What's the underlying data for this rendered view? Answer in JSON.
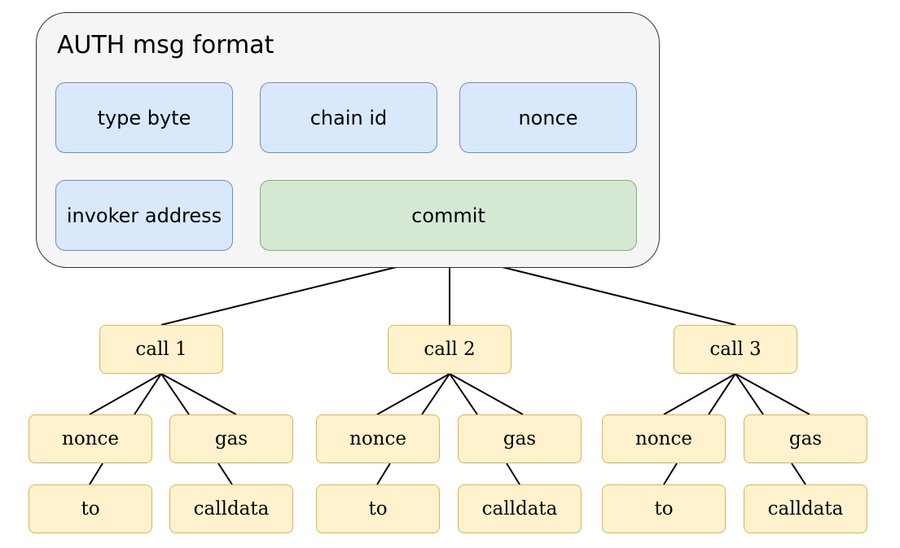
{
  "title": "AUTH msg format",
  "fields": {
    "type_byte": "type byte",
    "chain_id": "chain id",
    "nonce": "nonce",
    "invoker_address": "invoker address",
    "commit": "commit"
  },
  "calls": [
    {
      "label": "call 1",
      "nonce": "nonce",
      "gas": "gas",
      "to": "to",
      "calldata": "calldata"
    },
    {
      "label": "call 2",
      "nonce": "nonce",
      "gas": "gas",
      "to": "to",
      "calldata": "calldata"
    },
    {
      "label": "call 3",
      "nonce": "nonce",
      "gas": "gas",
      "to": "to",
      "calldata": "calldata"
    }
  ],
  "colors": {
    "frame_fill": "#f5f5f5",
    "field_blue": "#dae8fc",
    "field_green": "#d5e8d4",
    "node_yellow": "#fff2cc"
  }
}
